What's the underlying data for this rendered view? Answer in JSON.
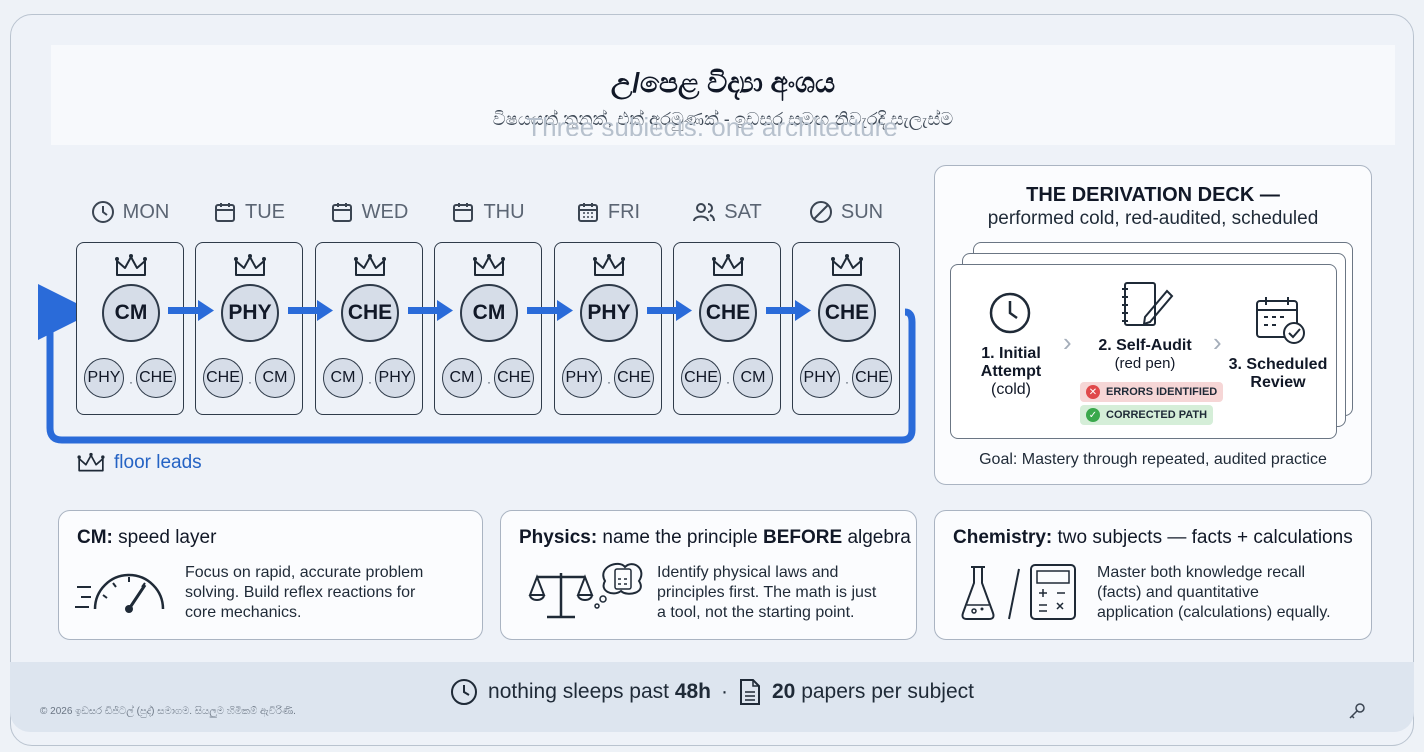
{
  "header": {
    "title": "උ/පෙළ විද්‍යා අංශය",
    "subtitle": "විෂයයන් තුනක්, එක් අරමුණක් - ඉඩසර සමඟ නිවැරදි සැලැස්ම",
    "ghost_text": "Three subjects, one architecture"
  },
  "week": [
    {
      "day": "MON",
      "icon": "clock-icon",
      "lead": "CM",
      "support": [
        "PHY",
        "CHE"
      ]
    },
    {
      "day": "TUE",
      "icon": "calendar-icon",
      "lead": "PHY",
      "support": [
        "CHE",
        "CM"
      ]
    },
    {
      "day": "WED",
      "icon": "calendar-icon",
      "lead": "CHE",
      "support": [
        "CM",
        "PHY"
      ]
    },
    {
      "day": "THU",
      "icon": "calendar-icon",
      "lead": "CM",
      "support": [
        "CM",
        "CHE"
      ]
    },
    {
      "day": "FRI",
      "icon": "calendar-grid-icon",
      "lead": "PHY",
      "support": [
        "PHY",
        "CHE"
      ]
    },
    {
      "day": "SAT",
      "icon": "users-icon",
      "lead": "CHE",
      "support": [
        "CHE",
        "CM"
      ]
    },
    {
      "day": "SUN",
      "icon": "no-entry-icon",
      "lead": "CHE",
      "support": [
        "PHY",
        "CHE"
      ]
    }
  ],
  "support_separator": "·",
  "legend": {
    "icon": "crown-icon",
    "label": "floor leads"
  },
  "deck": {
    "title": "THE DERIVATION DECK —",
    "subtitle": "performed cold, red-audited, scheduled",
    "steps": [
      {
        "title": "1. Initial Attempt",
        "note": "(cold)",
        "icon": "clock-icon"
      },
      {
        "title": "2. Self-Audit",
        "note": "(red pen)",
        "icon": "notebook-pen-icon"
      },
      {
        "title": "3. Scheduled Review",
        "note": "",
        "icon": "calendar-check-icon"
      }
    ],
    "tags": [
      {
        "label": "ERRORS IDENTIFIED",
        "color": "#e0484a",
        "icon": "x-circle-icon"
      },
      {
        "label": "CORRECTED PATH",
        "color": "#3aa84c",
        "icon": "check-circle-icon"
      }
    ],
    "goal": "Goal: Mastery through repeated, audited practice"
  },
  "panels": [
    {
      "title_bold": "CM:",
      "title_rest": " speed layer",
      "text": [
        "Focus on rapid, accurate problem",
        "solving. Build reflex reactions for",
        "core mechanics."
      ],
      "icon": "speedometer-icon"
    },
    {
      "title_bold": "Physics:",
      "title_rest": " name the principle ",
      "title_bold2": "BEFORE",
      "title_rest2": " algebra",
      "text": [
        "Identify physical laws and",
        "principles first. The math is just",
        "a tool, not the starting point."
      ],
      "icon": "scales-calculator-icon"
    },
    {
      "title_bold": "Chemistry:",
      "title_rest": " two subjects — facts + calculations",
      "text": [
        "Master both knowledge recall",
        "(facts) and quantitative",
        "application (calculations) equally."
      ],
      "icon": "flask-calculator-icon"
    }
  ],
  "footer": {
    "part1_pre": "nothing sleeps past ",
    "part1_bold": "48h",
    "separator": "·",
    "part2_bold": "20",
    "part2_rest": " papers per subject",
    "copyright": "© 2026 ඉඩසර ඩිජිටල් (පුද්) සමාගම. සියලුම හිමිකම් ඇවිරිණි."
  },
  "colors": {
    "accent": "#2a6bd9",
    "card_border": "#2f3b4a",
    "circle_fill": "#d6dde8"
  }
}
